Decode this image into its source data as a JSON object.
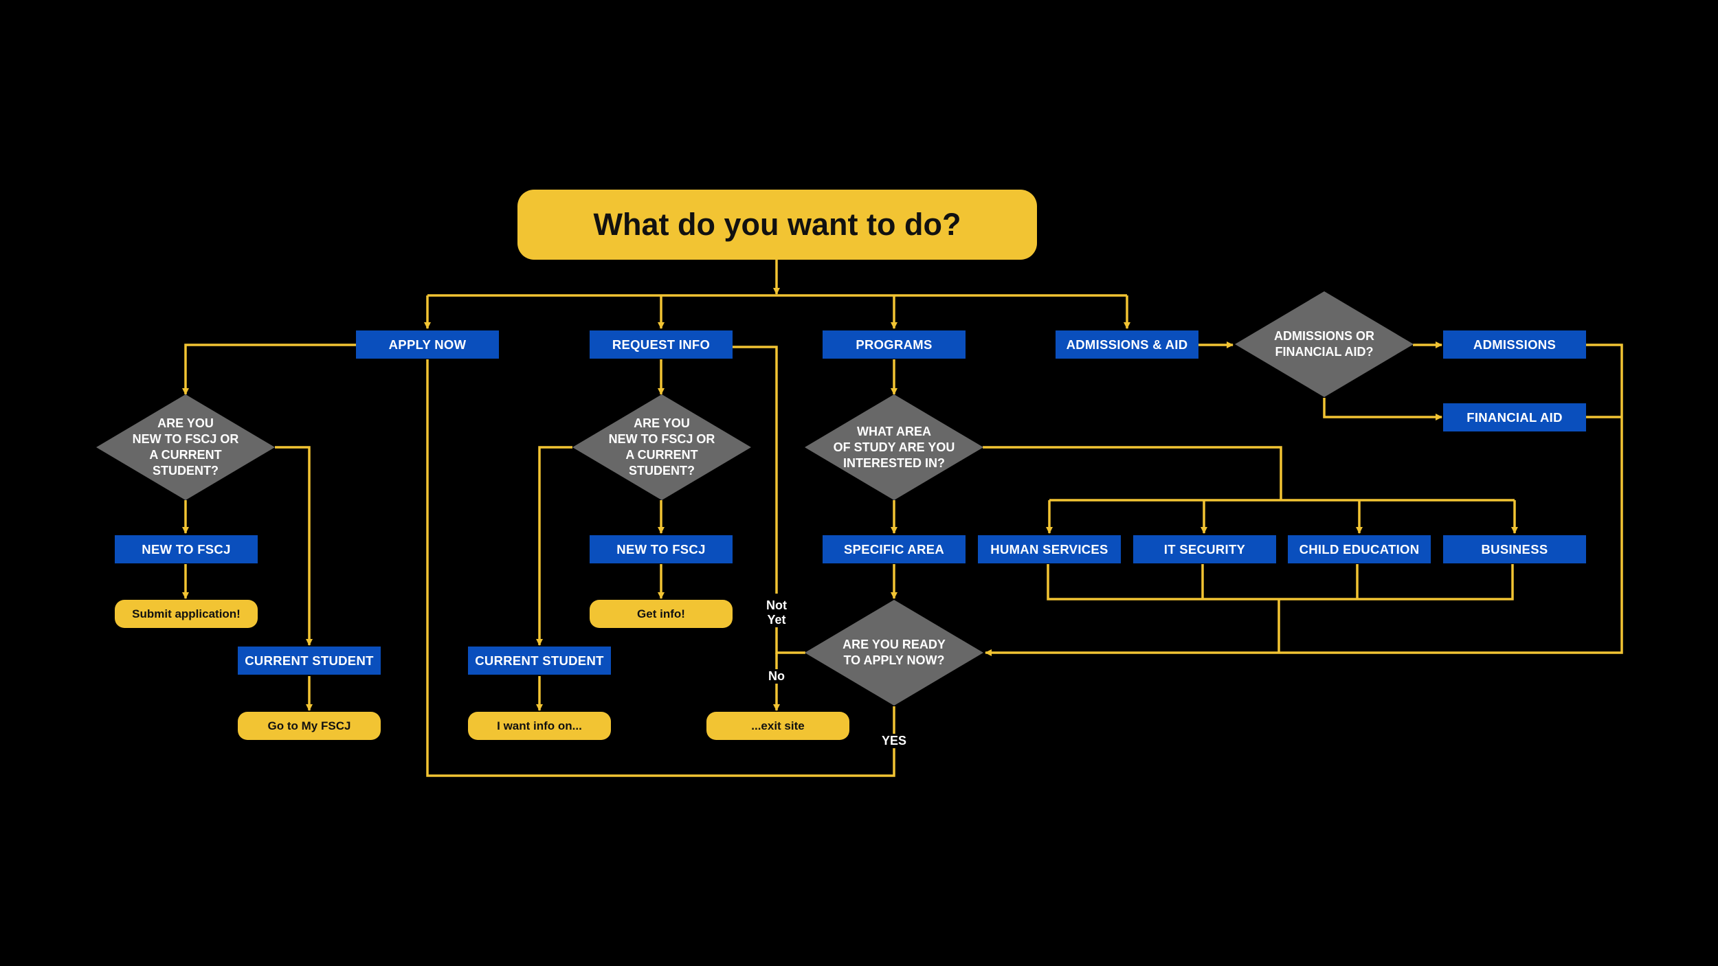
{
  "colors": {
    "background": "#000000",
    "connector": "#f2c433",
    "action_box": "#0a4fbd",
    "terminal_box": "#f2c433",
    "decision": "#686868"
  },
  "title": "What do you want to do?",
  "options": {
    "apply_now": "APPLY NOW",
    "request_info": "REQUEST INFO",
    "programs": "PROGRAMS",
    "admissions_aid": "ADMISSIONS & AID"
  },
  "decisions": {
    "new_or_current_apply": "ARE YOU\nNEW TO FSCJ OR\nA CURRENT\nSTUDENT?",
    "new_or_current_info": "ARE YOU\nNEW TO FSCJ OR\nA CURRENT\nSTUDENT?",
    "area_of_study": "WHAT AREA\nOF STUDY ARE YOU\nINTERESTED IN?",
    "admissions_or_aid": "ADMISSIONS OR\nFINANCIAL AID?",
    "ready_to_apply": "ARE YOU READY\nTO APPLY NOW?"
  },
  "apply_branch": {
    "new": "NEW TO FSCJ",
    "new_result": "Submit application!",
    "current": "CURRENT STUDENT",
    "current_result": "Go to My FSCJ"
  },
  "info_branch": {
    "new": "NEW TO FSCJ",
    "new_result": "Get info!",
    "current": "CURRENT STUDENT",
    "current_result": "I want info on..."
  },
  "programs_branch": {
    "specific_area": "SPECIFIC AREA",
    "areas": [
      "HUMAN SERVICES",
      "IT SECURITY",
      "CHILD EDUCATION",
      "BUSINESS"
    ]
  },
  "aid_branch": {
    "admissions": "ADMISSIONS",
    "financial_aid": "FINANCIAL AID"
  },
  "exit": "...exit site",
  "edge_labels": {
    "not_yet": "Not\nYet",
    "no": "No",
    "yes": "YES"
  }
}
